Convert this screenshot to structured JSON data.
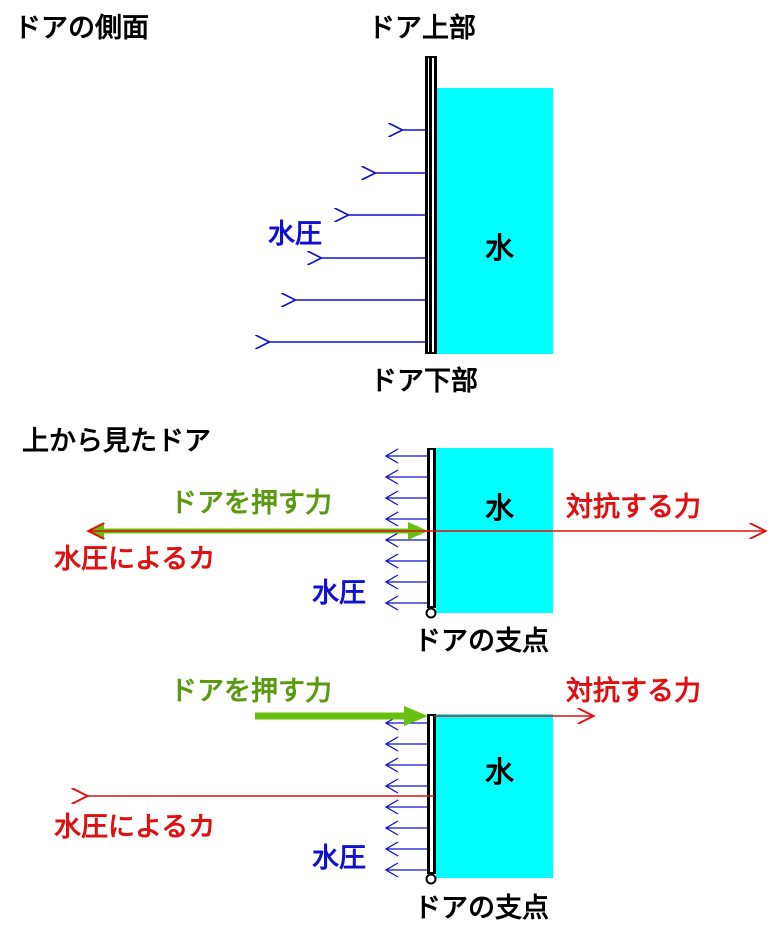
{
  "colors": {
    "water": "#00ffff",
    "door": "#000000",
    "pressure": "#1010d0",
    "reaction": "#e01010",
    "push": "#66c010",
    "push_text": "#5a9a10"
  },
  "side_view": {
    "title": "ドアの側面",
    "top_label": "ドア上部",
    "bottom_label": "ドア下部",
    "pressure_label": "水圧",
    "water_label": "水"
  },
  "top_view_1": {
    "title": "上から見たドア",
    "push_label": "ドアを押す力",
    "resist_label": "対抗する力",
    "pressure_force_label": "水圧によるカ",
    "pressure_label": "水圧",
    "water_label": "水",
    "pivot_label": "ドアの支点"
  },
  "top_view_2": {
    "push_label": "ドアを押す力",
    "resist_label": "対抗する力",
    "pressure_force_label": "水圧によるカ",
    "pressure_label": "水圧",
    "water_label": "水",
    "pivot_label": "ドアの支点"
  }
}
